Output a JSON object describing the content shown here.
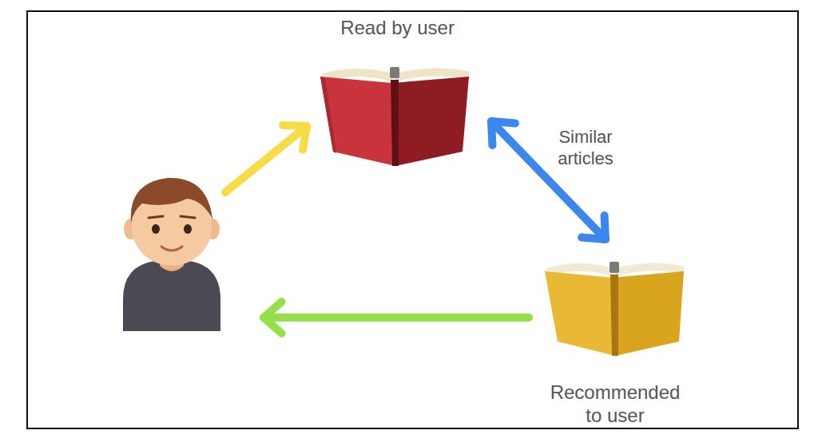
{
  "diagram": {
    "nodes": [
      {
        "text": [
          "Read by user"
        ]
      },
      {
        "text": []
      },
      {
        "text": [
          "Recommended to user"
        ]
      }
    ],
    "edges": [
      {
        "from": 1,
        "to": 0,
        "arrow": "to"
      },
      {
        "from": 0,
        "to": 2,
        "label": "Similar articles",
        "arrow": "both"
      },
      {
        "from": 2,
        "to": 1,
        "arrow": "to"
      }
    ]
  }
}
